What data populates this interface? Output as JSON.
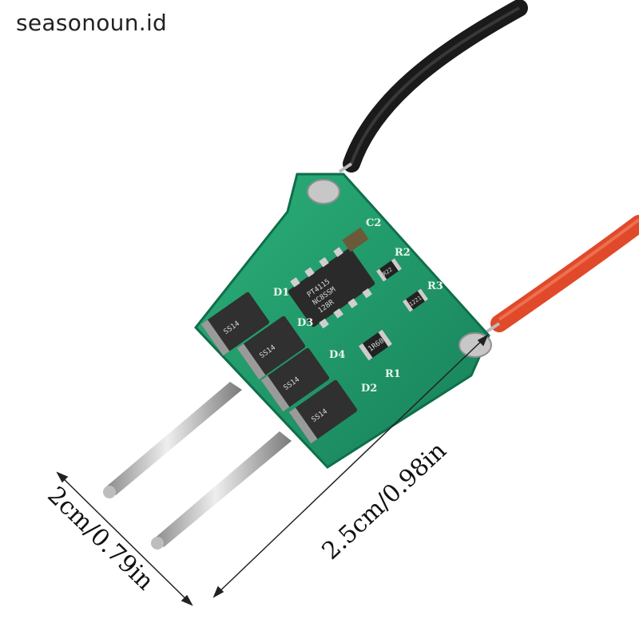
{
  "watermark": {
    "text": "seasonoun.id"
  },
  "dimensions": {
    "height_label": "2cm/0.79in",
    "width_label": "2.5cm/0.98in"
  },
  "board": {
    "ic_lines": [
      "PT4115",
      "NC8SSM",
      "128R"
    ],
    "diode_label": "SS14",
    "silkscreen": [
      "D1",
      "D2",
      "D3",
      "D4",
      "C2",
      "R1",
      "R2",
      "R3"
    ],
    "resistor_labels": [
      "1R60",
      "R22",
      "1221"
    ]
  },
  "colors": {
    "pcb": "#1f9a66",
    "wire_black": "#1a1a1a",
    "wire_red": "#e0492a",
    "pin": "#c9c9c9"
  }
}
